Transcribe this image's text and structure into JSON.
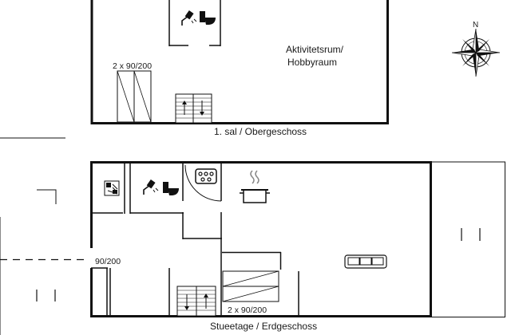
{
  "upper_floor": {
    "room_label_1": "Aktivitetsrum/",
    "room_label_2": "Hobbyraum",
    "bed_label": "2 x 90/200",
    "floor_label": "1. sal / Obergeschoss"
  },
  "ground_floor": {
    "bed_label_single": "90/200",
    "bed_label_double": "2 x 90/200",
    "floor_label": "Stueetage / Erdgeschoss"
  },
  "compass": {
    "north_letter": "N"
  }
}
